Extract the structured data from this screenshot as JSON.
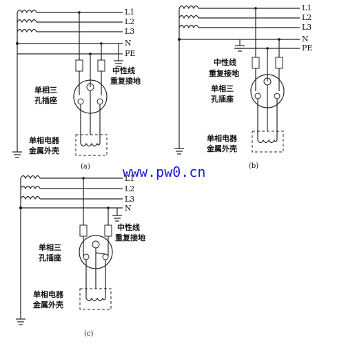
{
  "phase_labels": [
    "L1",
    "L2",
    "L3"
  ],
  "neutral_label": "N",
  "pe_label": "PE",
  "socket_label": [
    "单相三",
    "孔插座"
  ],
  "appliance_label": [
    "单相电器",
    "金属外壳"
  ],
  "reground_label": [
    "中性线",
    "重复接地"
  ],
  "captions": {
    "a": "(a)",
    "b": "(b)",
    "c": "(c)"
  },
  "watermark": "www.pw0.cn"
}
